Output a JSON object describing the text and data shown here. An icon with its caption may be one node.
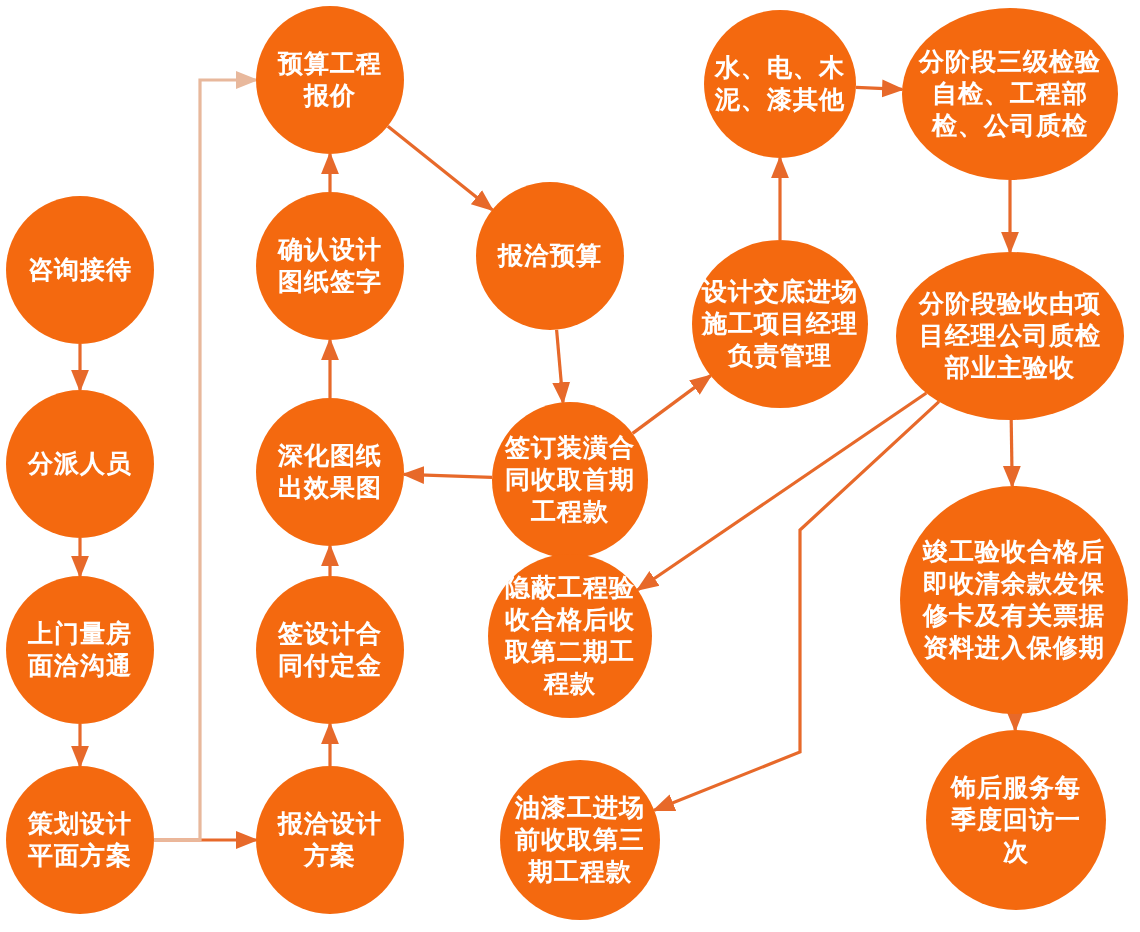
{
  "diagram": {
    "nodes": [
      {
        "text": [
          "咨询接待"
        ]
      },
      {
        "text": [
          "分派人员"
        ]
      },
      {
        "text": [
          "上门量房面洽沟通"
        ]
      },
      {
        "text": [
          "策划设计平面方案"
        ]
      },
      {
        "text": [
          "报洽设计方案"
        ]
      },
      {
        "text": [
          "签设计合同付定金"
        ]
      },
      {
        "text": [
          "深化图纸出效果图"
        ]
      },
      {
        "text": [
          "确认设计图纸签字"
        ]
      },
      {
        "text": [
          "预算工程报价"
        ]
      },
      {
        "text": [
          "报洽预算"
        ]
      },
      {
        "text": [
          "签订装潢合同收取首期工程款"
        ]
      },
      {
        "text": [
          "设计交底进场施工项目经理负责管理"
        ]
      },
      {
        "text": [
          "水、电、木泥、漆其他"
        ]
      },
      {
        "text": [
          "分阶段三级检验自检、工程部检、公司质检"
        ]
      },
      {
        "text": [
          "分阶段验收由项目经理公司质检部业主验收"
        ]
      },
      {
        "text": [
          "隐蔽工程验收合格后收取第二期工程款"
        ]
      },
      {
        "text": [
          "油漆工进场前收取第三期工程款"
        ]
      },
      {
        "text": [
          "竣工验收合格后即收清余款发保修卡及有关票据资料进入保修期"
        ]
      },
      {
        "text": [
          "饰后服务每季度回访一次"
        ]
      }
    ],
    "edges": [
      {
        "from": 0,
        "to": 1,
        "arrow": "to"
      },
      {
        "from": 1,
        "to": 2,
        "arrow": "to"
      },
      {
        "from": 2,
        "to": 3,
        "arrow": "to"
      },
      {
        "from": 3,
        "to": 4,
        "arrow": "to"
      },
      {
        "from": 3,
        "to": 8,
        "arrow": "to",
        "color": "#e8b89c"
      },
      {
        "from": 4,
        "to": 5,
        "arrow": "to"
      },
      {
        "from": 5,
        "to": 6,
        "arrow": "to"
      },
      {
        "from": 6,
        "to": 7,
        "arrow": "to"
      },
      {
        "from": 7,
        "to": 8,
        "arrow": "to"
      },
      {
        "from": 8,
        "to": 9,
        "arrow": "to"
      },
      {
        "from": 9,
        "to": 10,
        "arrow": "to"
      },
      {
        "from": 10,
        "to": 6,
        "arrow": "to"
      },
      {
        "from": 10,
        "to": 11,
        "arrow": "to"
      },
      {
        "from": 11,
        "to": 12,
        "arrow": "to"
      },
      {
        "from": 12,
        "to": 13,
        "arrow": "to"
      },
      {
        "from": 13,
        "to": 14,
        "arrow": "to"
      },
      {
        "from": 14,
        "to": 15,
        "arrow": "to"
      },
      {
        "from": 14,
        "to": 16,
        "arrow": "to"
      },
      {
        "from": 14,
        "to": 17,
        "arrow": "to"
      },
      {
        "from": 17,
        "to": 18,
        "arrow": "to"
      }
    ]
  }
}
